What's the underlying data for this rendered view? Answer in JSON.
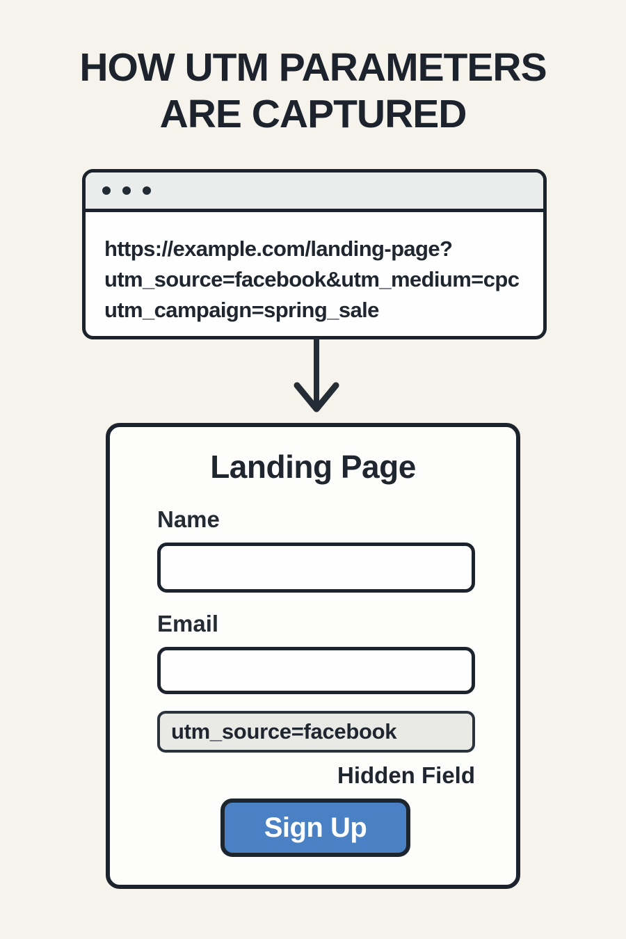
{
  "page": {
    "title_line1": "HOW UTM PARAMETERS",
    "title_line2": "ARE CAPTURED"
  },
  "browser": {
    "url_lines": [
      "https://example.com/landing-page?",
      "utm_source=facebook&utm_medium=cpc",
      "utm_campaign=spring_sale"
    ]
  },
  "landing_page": {
    "title": "Landing Page",
    "name_label": "Name",
    "name_value": "",
    "email_label": "Email",
    "email_value": "",
    "hidden_field_value": "utm_source=facebook",
    "hidden_field_caption": "Hidden Field",
    "signup_button_label": "Sign Up"
  },
  "colors": {
    "background": "#f6f3ed",
    "ink": "#1c232d",
    "browser_chrome": "#ebedec",
    "dot_red": "#d7696b",
    "dot_yellow": "#eadf90",
    "dot_green": "#69b475",
    "hidden_field_bg": "#e9e9e6",
    "button_blue": "#4a80c4",
    "button_text": "#ffffff"
  }
}
